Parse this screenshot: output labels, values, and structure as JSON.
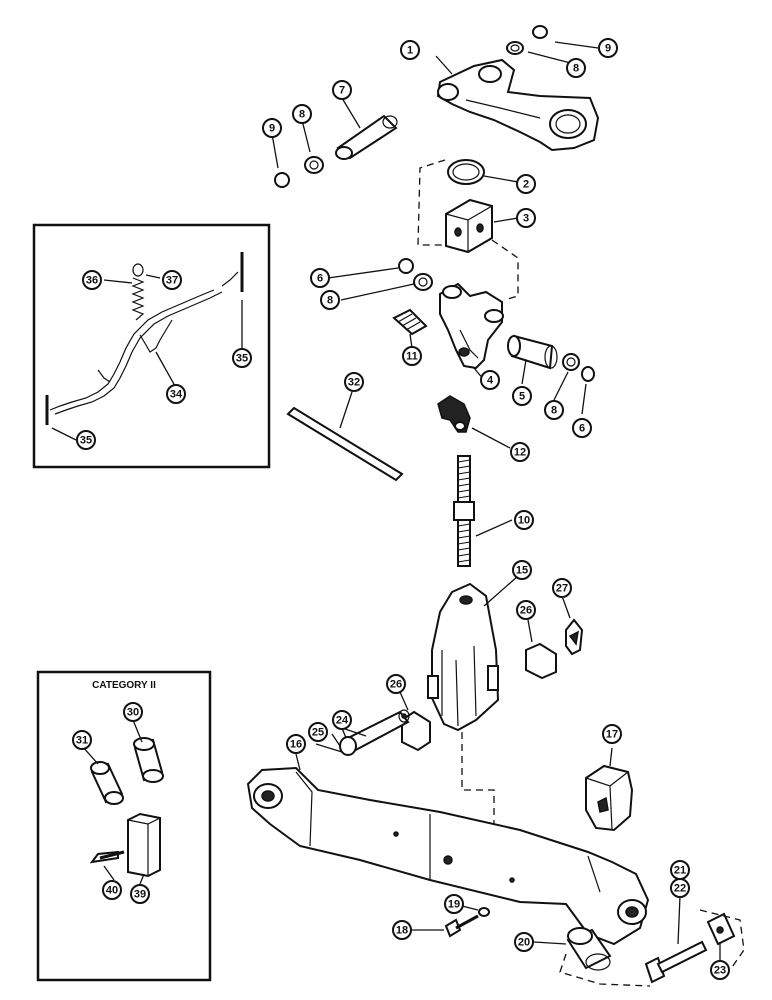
{
  "inset_category": {
    "title": "CATEGORY II"
  },
  "callouts": [
    {
      "id": "c1",
      "label": "1"
    },
    {
      "id": "c2",
      "label": "2"
    },
    {
      "id": "c3",
      "label": "3"
    },
    {
      "id": "c4",
      "label": "4"
    },
    {
      "id": "c5",
      "label": "5"
    },
    {
      "id": "c6a",
      "label": "6"
    },
    {
      "id": "c6b",
      "label": "6"
    },
    {
      "id": "c7",
      "label": "7"
    },
    {
      "id": "c8a",
      "label": "8"
    },
    {
      "id": "c8b",
      "label": "8"
    },
    {
      "id": "c8c",
      "label": "8"
    },
    {
      "id": "c8d",
      "label": "8"
    },
    {
      "id": "c9a",
      "label": "9"
    },
    {
      "id": "c9b",
      "label": "9"
    },
    {
      "id": "c10",
      "label": "10"
    },
    {
      "id": "c11",
      "label": "11"
    },
    {
      "id": "c12",
      "label": "12"
    },
    {
      "id": "c15",
      "label": "15"
    },
    {
      "id": "c16",
      "label": "16"
    },
    {
      "id": "c17",
      "label": "17"
    },
    {
      "id": "c18",
      "label": "18"
    },
    {
      "id": "c19",
      "label": "19"
    },
    {
      "id": "c20",
      "label": "20"
    },
    {
      "id": "c21",
      "label": "21"
    },
    {
      "id": "c22",
      "label": "22"
    },
    {
      "id": "c23",
      "label": "23"
    },
    {
      "id": "c24",
      "label": "24"
    },
    {
      "id": "c25",
      "label": "25"
    },
    {
      "id": "c26a",
      "label": "26"
    },
    {
      "id": "c26b",
      "label": "26"
    },
    {
      "id": "c27",
      "label": "27"
    },
    {
      "id": "c30",
      "label": "30"
    },
    {
      "id": "c31",
      "label": "31"
    },
    {
      "id": "c32",
      "label": "32"
    },
    {
      "id": "c34",
      "label": "34"
    },
    {
      "id": "c35a",
      "label": "35"
    },
    {
      "id": "c35b",
      "label": "35"
    },
    {
      "id": "c36",
      "label": "36"
    },
    {
      "id": "c37",
      "label": "37"
    },
    {
      "id": "c39",
      "label": "39"
    },
    {
      "id": "c40",
      "label": "40"
    }
  ]
}
